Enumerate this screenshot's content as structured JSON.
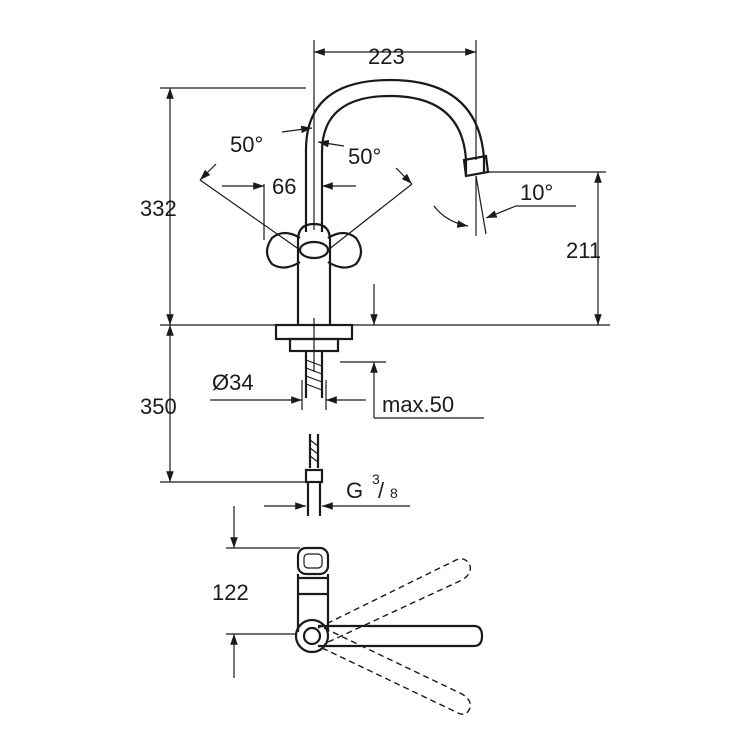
{
  "dimensions": {
    "spout_reach": "223",
    "total_height": "332",
    "spout_height": "211",
    "angle_left": "50°",
    "angle_right": "50°",
    "base_width": "66",
    "spout_angle": "10°",
    "hose_length": "350",
    "hole_diameter": "Ø34",
    "max_thickness": "max.50",
    "thread_g": "G",
    "thread_num": "3",
    "thread_den": "8",
    "lever_depth": "122"
  }
}
